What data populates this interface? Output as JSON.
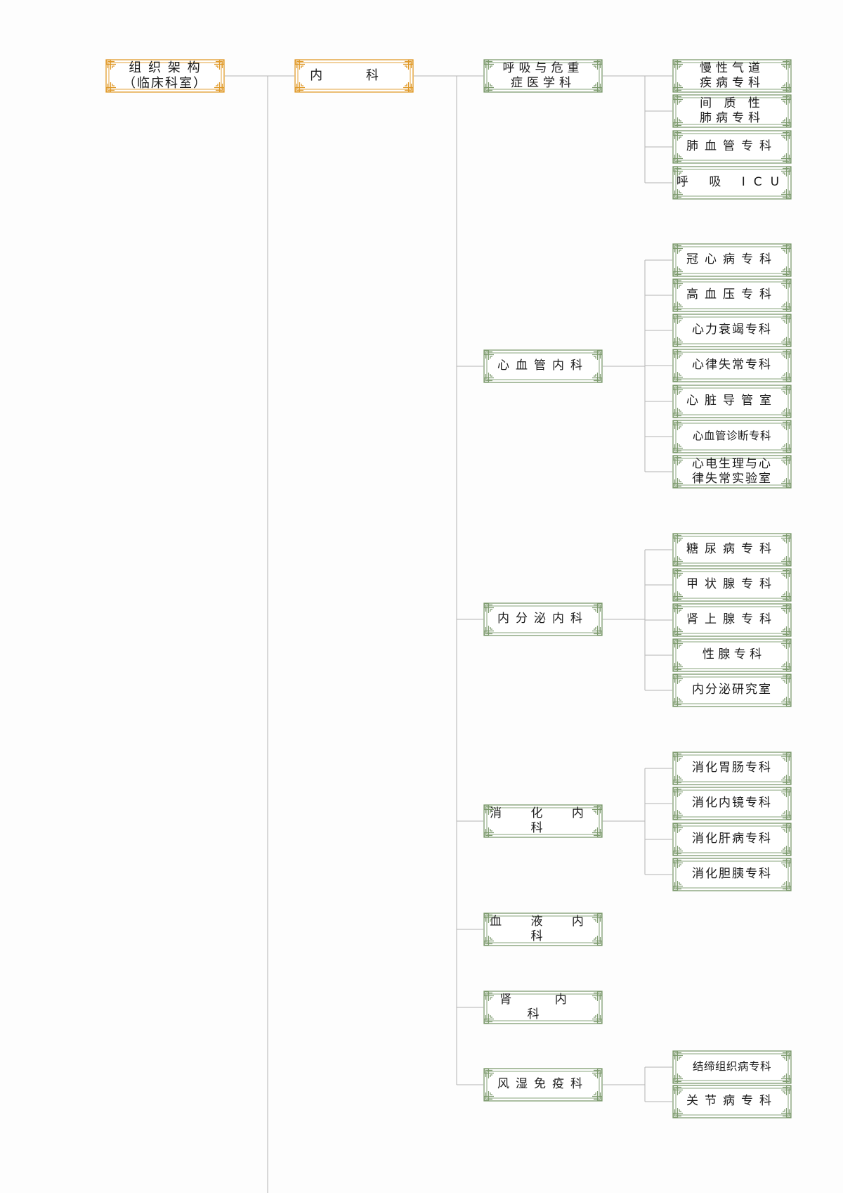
{
  "colors": {
    "orange": "#e09a2a",
    "green": "#7e9b6f",
    "line": "#b3b3b3",
    "text": "#1c1c1c"
  },
  "nodes": {
    "root": "组 织 架 构\n（临床科室）",
    "neike": "内 科",
    "huxi": "呼吸与危重\n症医学科",
    "huxi_c1": "慢性气道\n疾病专科",
    "huxi_c2": "间 质 性\n肺病专科",
    "huxi_c3": "肺血管专科",
    "huxi_c4": "呼 吸 ICU",
    "xinxue": "心血管内科",
    "xinxue_c1": "冠心病专科",
    "xinxue_c2": "高血压专科",
    "xinxue_c3": "心力衰竭专科",
    "xinxue_c4": "心律失常专科",
    "xinxue_c5": "心脏导管室",
    "xinxue_c6": "心血管诊断专科",
    "xinxue_c7": "心电生理与心\n律失常实验室",
    "neifenmi": "内分泌内科",
    "neifenmi_c1": "糖尿病专科",
    "neifenmi_c2": "甲状腺专科",
    "neifenmi_c3": "肾上腺专科",
    "neifenmi_c4": "性 腺 专 科",
    "neifenmi_c5": "内分泌研究室",
    "xiaohua": "消 化 内 科",
    "xiaohua_c1": "消化胃肠专科",
    "xiaohua_c2": "消化内镜专科",
    "xiaohua_c3": "消化肝病专科",
    "xiaohua_c4": "消化胆胰专科",
    "xueye": "血 液 内 科",
    "shen": "肾 内 科",
    "fengshi": "风湿免疫科",
    "fengshi_c1": "结缔组织病专科",
    "fengshi_c2": "关节病专科"
  }
}
